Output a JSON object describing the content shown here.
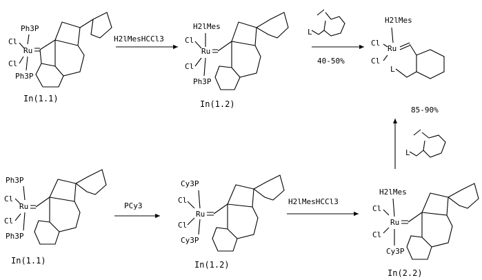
{
  "scheme": {
    "labels": {
      "ph3p": "Ph3P",
      "cy3p": "Cy3P",
      "cl": "Cl",
      "ru": "Ru",
      "h2imes": "H2lMes",
      "l": "L"
    },
    "reagents": {
      "r1": "H2lMesHCCl3",
      "r2_yield": "40-50%",
      "r3": "PCy3",
      "r4": "H2lMesHCCl3",
      "r5_yield": "85-90%"
    },
    "captions": {
      "c1": "In(1.1)",
      "c2": "In(1.2)",
      "c3": "In(1.1)",
      "c4": "In(1.2)",
      "c5": "In(2.2)"
    }
  }
}
